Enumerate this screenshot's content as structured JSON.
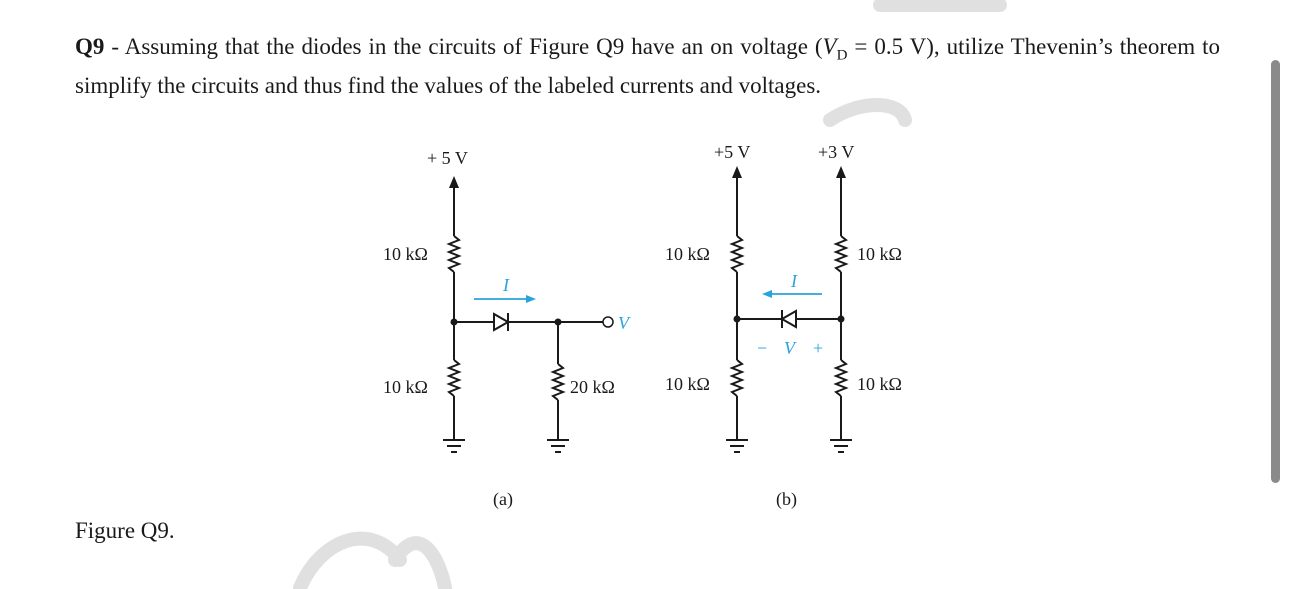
{
  "question": {
    "number": "Q9",
    "separator": " - ",
    "text_before_vd": "Assuming that the diodes in the circuits of Figure Q9 have an on voltage (",
    "vd_symbol": "V",
    "vd_subscript": "D",
    "text_after_vd": " = 0.5 V), utilize Thevenin’s theorem to simplify the circuits and thus find the values of the labeled currents and voltages."
  },
  "caption": "Figure Q9.",
  "circuit_a": {
    "supply": "+ 5 V",
    "r_top": "10 kΩ",
    "r_bottom": "10 kΩ",
    "r_load": "20 kΩ",
    "current": "I",
    "output": "V",
    "label": "(a)"
  },
  "circuit_b": {
    "supply_left": "+5 V",
    "supply_right": "+3 V",
    "r_top_left": "10 kΩ",
    "r_top_right": "10 kΩ",
    "r_bottom_left": "10 kΩ",
    "r_bottom_right": "10 kΩ",
    "current": "I",
    "v_minus": "−",
    "v_label": "V",
    "v_plus": "+",
    "label": "(b)"
  },
  "colors": {
    "text": "#1a1a1a",
    "annotation_blue": "#2aa3dc",
    "watermark": "#d9d9d9"
  }
}
